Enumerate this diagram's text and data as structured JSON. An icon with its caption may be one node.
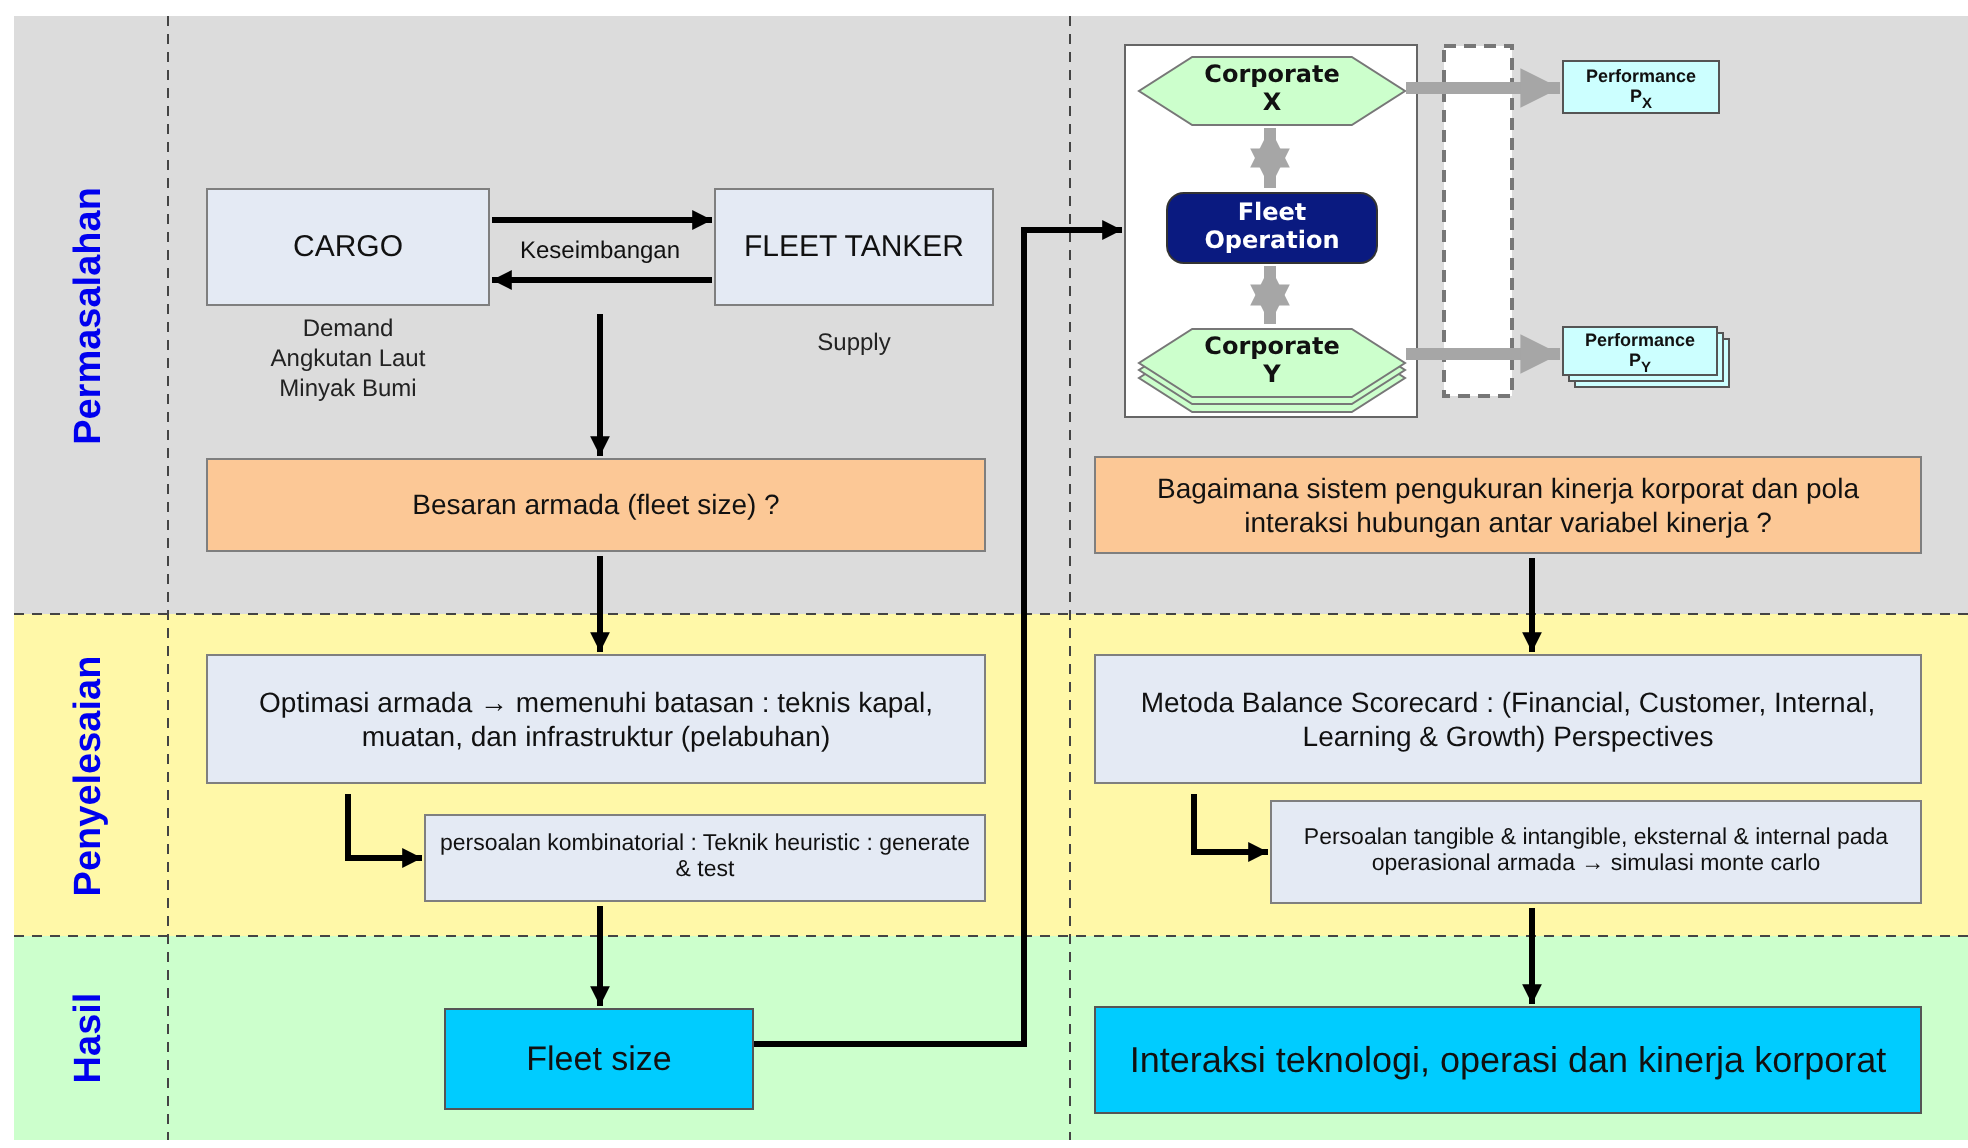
{
  "diagram": {
    "nodes": [
      {
        "text": [
          "Permasalahan"
        ]
      },
      {
        "text": [
          "CARGO"
        ],
        "in": 0,
        "beside": [
          "Demand Angkutan Laut Minyak Bumi"
        ]
      },
      {
        "text": [
          "FLEET TANKER"
        ],
        "in": 0,
        "beside": [
          "Supply"
        ]
      },
      {
        "text": [
          "Besaran armada (fleet size) ?"
        ],
        "in": 0
      },
      {
        "text": [],
        "shape": "box",
        "in": 0
      },
      {
        "text": [
          "Corporate X"
        ],
        "in": 4
      },
      {
        "text": [
          "Fleet Operation"
        ],
        "in": 4
      },
      {
        "text": [
          "Corporate Y"
        ],
        "in": 4
      },
      {
        "text": [
          "Performance P$_{X}$"
        ],
        "in": 0
      },
      {
        "text": [
          "Performance P$_{Y}$"
        ],
        "in": 0
      },
      {
        "text": [
          "Bagaimana sistem pengukuran kinerja korporat dan pola interaksi hubungan antar variabel kinerja ?"
        ],
        "in": 0
      },
      {
        "text": [
          "Penyelesaian"
        ]
      },
      {
        "text": [
          "Optimasi armada → memenuhi batasan : teknis kapal, muatan, dan infrastruktur (pelabuhan)"
        ],
        "in": 11
      },
      {
        "text": [
          "persoalan kombinatorial : Teknik heuristic : generate & test"
        ],
        "in": 11
      },
      {
        "text": [
          "Metoda Balance Scorecard : (Financial, Customer, Internal, Learning & Growth) Perspectives"
        ],
        "in": 11
      },
      {
        "text": [
          "Persoalan tangible & intangible, eksternal & internal pada operasional armada → simulasi monte carlo"
        ],
        "in": 11
      },
      {
        "text": [
          "Hasil"
        ]
      },
      {
        "text": [
          "Fleet size"
        ],
        "in": 16
      },
      {
        "text": [
          "Interaksi teknologi, operasi dan kinerja korporat"
        ],
        "in": 16
      }
    ],
    "edges": [
      {
        "from": 1,
        "to": 2,
        "arrow": "to",
        "label": "Keseimbangan"
      },
      {
        "from": 2,
        "to": 1,
        "arrow": "to"
      },
      {
        "from": null,
        "to": 3,
        "arrow": "to"
      },
      {
        "from": 3,
        "to": 12,
        "arrow": "to"
      },
      {
        "from": 12,
        "to": 13,
        "arrow": "to"
      },
      {
        "from": 13,
        "to": 17,
        "arrow": "to"
      },
      {
        "from": 17,
        "to": 4,
        "arrow": "to"
      },
      {
        "from": 5,
        "to": 6,
        "arrow": "both",
        "style": "thick",
        "color": "#a6a6a6"
      },
      {
        "from": 6,
        "to": 7,
        "arrow": "both",
        "style": "thick",
        "color": "#a6a6a6"
      },
      {
        "from": 5,
        "to": 8,
        "arrow": "to",
        "style": "thick",
        "color": "#a6a6a6"
      },
      {
        "from": 7,
        "to": 9,
        "arrow": "to",
        "style": "thick",
        "color": "#a6a6a6"
      },
      {
        "from": 10,
        "to": 14,
        "arrow": "to"
      },
      {
        "from": 14,
        "to": 15,
        "arrow": "to"
      },
      {
        "from": 15,
        "to": 18,
        "arrow": "to"
      }
    ]
  }
}
